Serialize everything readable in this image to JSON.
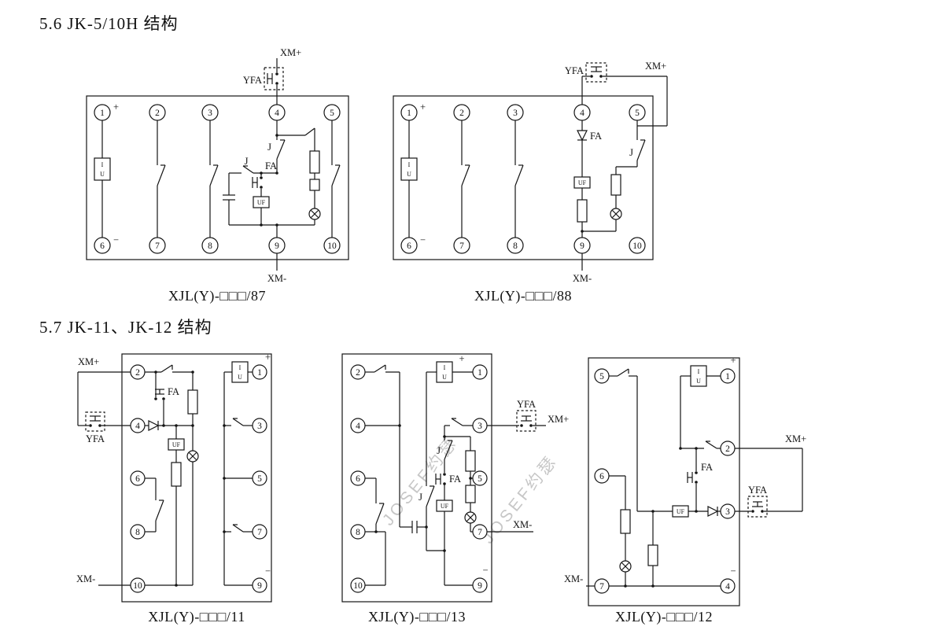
{
  "sections": {
    "s1": "5.6 JK-5/10H 结构",
    "s2": "5.7 JK-11、JK-12 结构"
  },
  "watermark": "JOSEF约瑟",
  "labels": {
    "xm_plus": "XM+",
    "xm_minus": "XM-",
    "yfa": "YFA",
    "fa": "FA",
    "j": "J",
    "uf": "UF",
    "plus": "+",
    "minus": "−",
    "i": "I",
    "u": "U"
  },
  "diagrams": {
    "d87": {
      "caption": "XJL(Y)-□□□/87",
      "top": [
        "1",
        "2",
        "3",
        "4",
        "5"
      ],
      "bottom": [
        "6",
        "7",
        "8",
        "9",
        "10"
      ]
    },
    "d88": {
      "caption": "XJL(Y)-□□□/88",
      "top": [
        "1",
        "2",
        "3",
        "4",
        "5"
      ],
      "bottom": [
        "6",
        "7",
        "8",
        "9",
        "10"
      ]
    },
    "d11": {
      "caption": "XJL(Y)-□□□/11",
      "left": [
        "2",
        "4",
        "6",
        "8",
        "10"
      ],
      "right": [
        "1",
        "3",
        "5",
        "7",
        "9"
      ]
    },
    "d13": {
      "caption": "XJL(Y)-□□□/13",
      "left": [
        "2",
        "4",
        "6",
        "8",
        "10"
      ],
      "right": [
        "1",
        "3",
        "5",
        "7",
        "9"
      ]
    },
    "d12": {
      "caption": "XJL(Y)-□□□/12",
      "left": [
        "5",
        "6",
        "7"
      ],
      "right": [
        "1",
        "2",
        "3",
        "4"
      ]
    }
  }
}
